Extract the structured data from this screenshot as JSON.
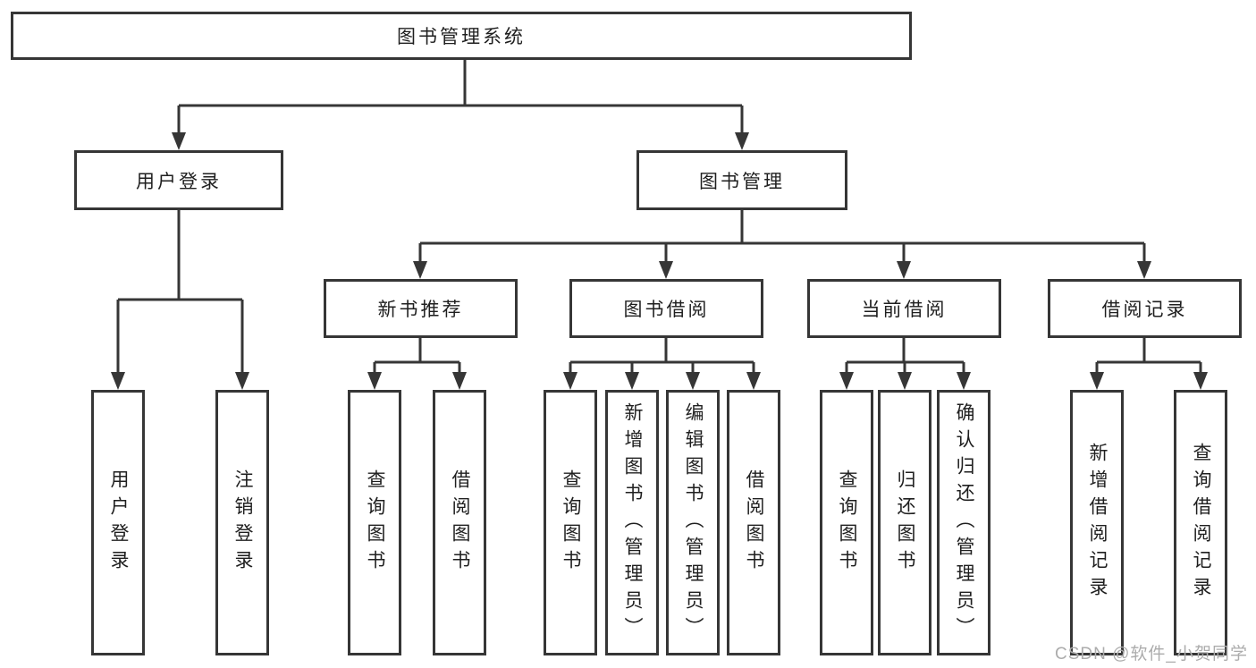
{
  "diagram": {
    "root": "图书管理系统",
    "level2": [
      "用户登录",
      "图书管理"
    ],
    "level3": [
      "新书推荐",
      "图书借阅",
      "当前借阅",
      "借阅记录"
    ],
    "leaves": {
      "login": [
        "用户登录",
        "注销登录"
      ],
      "recommend": [
        "查询图书",
        "借阅图书"
      ],
      "borrow": [
        "查询图书",
        "新增图书（管理员）",
        "编辑图书（管理员）",
        "借阅图书"
      ],
      "current": [
        "查询图书",
        "归还图书",
        "确认归还（管理员）"
      ],
      "records": [
        "新增借阅记录",
        "查询借阅记录"
      ]
    }
  },
  "watermark": "CSDN @软件_小贺同学",
  "colors": {
    "line": "#363636",
    "text": "#1f1f1f",
    "background": "#ffffff",
    "watermark": "#acacac"
  }
}
